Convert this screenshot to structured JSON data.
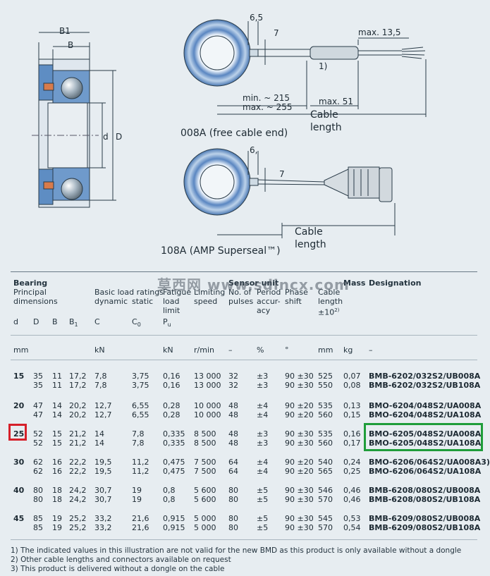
{
  "drawings": {
    "b1": "B1",
    "b": "B",
    "d_small": "d",
    "d_big": "D",
    "dim_65": "6,5",
    "dim_7a": "7",
    "max_135": "max. 13,5",
    "note_1": "1)",
    "min_215": "min. ~ 215",
    "max_255": "max. ~ 255",
    "max_51": "max. 51",
    "cable_length_1": "Cable length",
    "caption_008a": "008A (free cable end)",
    "dim_6": "6,",
    "dim_7b": "7",
    "cable_length_2": "Cable length",
    "caption_108a": "108A (AMP Superseal™)"
  },
  "watermark": "莫西网 www.sdincx.com",
  "table": {
    "headers": {
      "bearing": "Bearing",
      "principal": "Principal",
      "dimensions": "dimensions",
      "basic_load": "Basic load ratings",
      "dynamic": "dynamic",
      "static": "static",
      "fatigue1": "Fatigue",
      "fatigue2": "load",
      "fatigue3": "limit",
      "limiting1": "Limiting",
      "limiting2": "speed",
      "sensor_unit": "Sensor unit",
      "no_of1": "No. of",
      "no_of2": "pulses",
      "period1": "Period",
      "period2": "accur-",
      "period3": "acy",
      "phase1": "Phase",
      "phase2": "shift",
      "cable1": "Cable",
      "cable2": "length",
      "cable3": "±10",
      "cable3_sup": "2)",
      "mass": "Mass",
      "designation": "Designation",
      "sym_d": "d",
      "sym_D": "D",
      "sym_B": "B",
      "sym_B1": "B",
      "sym_B1_sub": "1",
      "sym_C": "C",
      "sym_C0": "C",
      "sym_C0_sub": "0",
      "sym_Pu": "P",
      "sym_Pu_sub": "u",
      "u_mm": "mm",
      "u_kN": "kN",
      "u_kN2": "kN",
      "u_rmin": "r/min",
      "u_dash1": "–",
      "u_pct": "%",
      "u_deg": "°",
      "u_mm2": "mm",
      "u_kg": "kg",
      "u_dash2": "–"
    },
    "groups": [
      {
        "d": "15",
        "highlight": false,
        "rows": [
          [
            "35",
            "11",
            "17,2",
            "7,8",
            "3,75",
            "0,16",
            "13 000",
            "32",
            "±3",
            "90 ±30",
            "525",
            "0,07",
            "BMB-6202/032S2/UB008A"
          ],
          [
            "35",
            "11",
            "17,2",
            "7,8",
            "3,75",
            "0,16",
            "13 000",
            "32",
            "±3",
            "90 ±30",
            "550",
            "0,08",
            "BMB-6202/032S2/UB108A"
          ]
        ]
      },
      {
        "d": "20",
        "highlight": false,
        "rows": [
          [
            "47",
            "14",
            "20,2",
            "12,7",
            "6,55",
            "0,28",
            "10 000",
            "48",
            "±4",
            "90 ±20",
            "535",
            "0,13",
            "BMO-6204/048S2/UA008A"
          ],
          [
            "47",
            "14",
            "20,2",
            "12,7",
            "6,55",
            "0,28",
            "10 000",
            "48",
            "±4",
            "90 ±20",
            "560",
            "0,15",
            "BMO-6204/048S2/UA108A"
          ]
        ]
      },
      {
        "d": "25",
        "highlight": true,
        "rows": [
          [
            "52",
            "15",
            "21,2",
            "14",
            "7,8",
            "0,335",
            "8 500",
            "48",
            "±3",
            "90 ±30",
            "535",
            "0,16",
            "BMO-6205/048S2/UA008A"
          ],
          [
            "52",
            "15",
            "21,2",
            "14",
            "7,8",
            "0,335",
            "8 500",
            "48",
            "±3",
            "90 ±30",
            "560",
            "0,17",
            "BMO-6205/048S2/UA108A"
          ]
        ]
      },
      {
        "d": "30",
        "highlight": false,
        "rows": [
          [
            "62",
            "16",
            "22,2",
            "19,5",
            "11,2",
            "0,475",
            "7 500",
            "64",
            "±4",
            "90 ±20",
            "540",
            "0,24",
            "BMO-6206/064S2/UA008A3)"
          ],
          [
            "62",
            "16",
            "22,2",
            "19,5",
            "11,2",
            "0,475",
            "7 500",
            "64",
            "±4",
            "90 ±20",
            "565",
            "0,25",
            "BMO-6206/064S2/UA108A"
          ]
        ]
      },
      {
        "d": "40",
        "highlight": false,
        "rows": [
          [
            "80",
            "18",
            "24,2",
            "30,7",
            "19",
            "0,8",
            "5 600",
            "80",
            "±5",
            "90 ±30",
            "546",
            "0,46",
            "BMB-6208/080S2/UB008A"
          ],
          [
            "80",
            "18",
            "24,2",
            "30,7",
            "19",
            "0,8",
            "5 600",
            "80",
            "±5",
            "90 ±30",
            "570",
            "0,46",
            "BMB-6208/080S2/UB108A"
          ]
        ]
      },
      {
        "d": "45",
        "highlight": false,
        "rows": [
          [
            "85",
            "19",
            "25,2",
            "33,2",
            "21,6",
            "0,915",
            "5 000",
            "80",
            "±5",
            "90 ±30",
            "545",
            "0,53",
            "BMB-6209/080S2/UB008A"
          ],
          [
            "85",
            "19",
            "25,2",
            "33,2",
            "21,6",
            "0,915",
            "5 000",
            "80",
            "±5",
            "90 ±30",
            "570",
            "0,54",
            "BMB-6209/080S2/UB108A"
          ]
        ]
      }
    ]
  },
  "footnotes": [
    "1) The indicated values in this illustration are not valid for the new BMD as this product is only available without a dongle",
    "2) Other cable lengths and connectors available on request",
    "3) This product is delivered without a dongle on the cable"
  ],
  "colors": {
    "highlight_red": "#d6202a",
    "highlight_green": "#1f9d3a",
    "bearing_blue": "#5f8fc4",
    "background": "#e7edf1"
  }
}
